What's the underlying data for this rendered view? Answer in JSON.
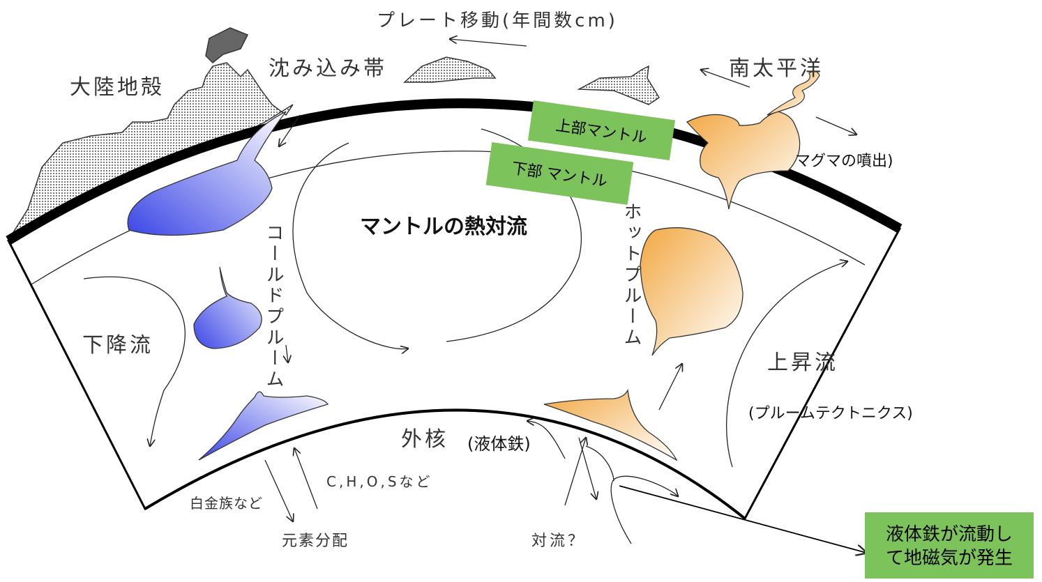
{
  "labels": {
    "plate_motion": "プレート移動(年間数cm)",
    "continental_crust": "大陸地殻",
    "subduction_zone": "沈み込み帯",
    "south_pacific": "南太平洋",
    "magma_eruption": "マグマの噴出)",
    "title": "マントルの熱対流",
    "cold_plume": "コールドプルーム",
    "hot_plume": "ホットプルーム",
    "downflow": "下降流",
    "upflow": "上昇流",
    "plume_tectonics": "(プルームテクトニクス)",
    "outer_core": "外核",
    "liquid_iron": "(液体鉄)",
    "elements": "C,H,O,Sなど",
    "platinum_group": "白金族など",
    "element_distribution": "元素分配",
    "convection_q": "対流？"
  },
  "boxes": {
    "upper_mantle": "上部マントル",
    "lower_mantle": "下部 マントル",
    "geomagnetism_line1": "液体鉄が流動し",
    "geomagnetism_line2": "て地磁気が発生"
  },
  "colors": {
    "box_green": "#7cc35c",
    "cold_blue": "#4a5ae8",
    "hot_orange": "#f3b25a",
    "crust_gray": "#b0b0b0"
  }
}
